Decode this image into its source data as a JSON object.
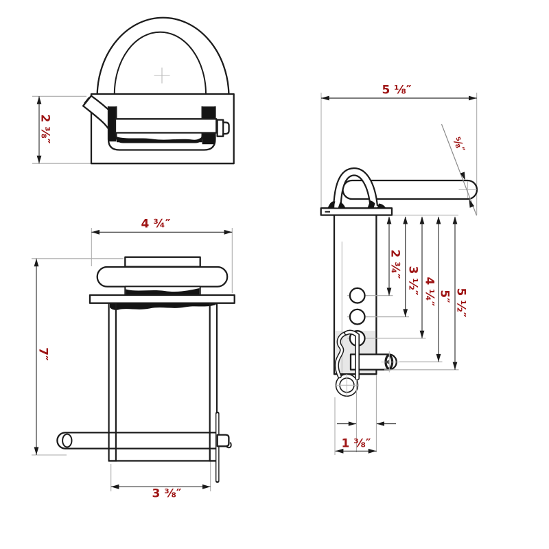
{
  "colors": {
    "dimension_text": "#9e1414",
    "part_line": "#1c1c1c",
    "extension_line": "#a9a9a9",
    "shading": "#e7e7e7",
    "background": "#ffffff"
  },
  "dimensions": {
    "top_view_height": {
      "text": "2 ⅜″"
    },
    "front_view_width": {
      "text": "4 ¾″"
    },
    "front_view_height": {
      "text": "7″"
    },
    "front_view_pin_span": {
      "text": "3 ⅜″"
    },
    "side_view_width": {
      "text": "5 ⅛″"
    },
    "side_view_pin_diameter": {
      "text": "⅝″"
    },
    "side_view_hole1_depth": {
      "text": "2 ¾″"
    },
    "side_view_hole2_depth": {
      "text": "3 ½″"
    },
    "side_view_hole3_depth": {
      "text": "4 ¼″"
    },
    "side_view_pin_center_depth": {
      "text": "5″"
    },
    "side_view_overall_depth": {
      "text": "5 ½″"
    },
    "side_view_bar_depth": {
      "text": "1 ⅜″"
    }
  }
}
